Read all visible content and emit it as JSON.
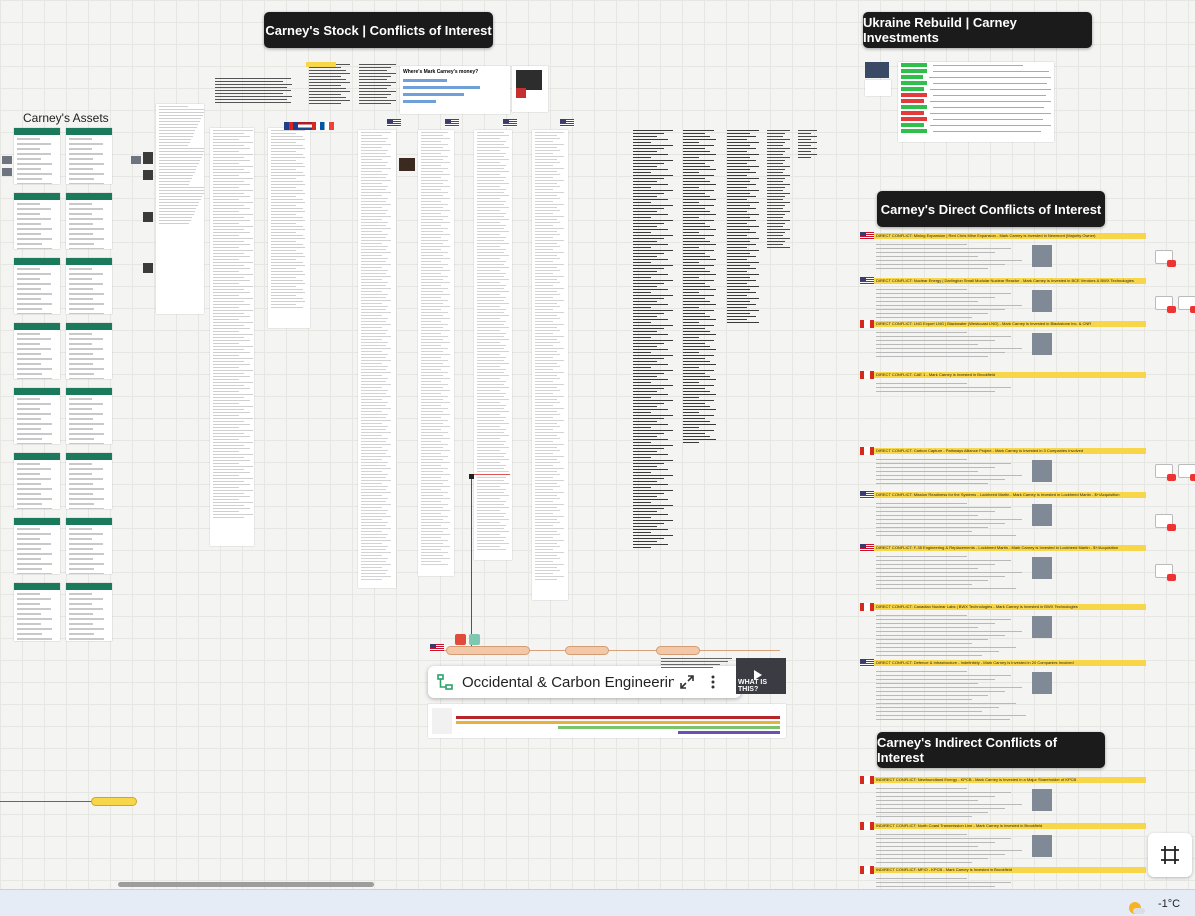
{
  "headers": {
    "stock": "Carney's Stock | Conflicts of Interest",
    "ukraine": "Ukraine Rebuild | Carney Investments",
    "direct": "Carney's Direct Conflicts of Interest",
    "indirect": "Carney's Indirect Conflicts of Interest"
  },
  "labels": {
    "assets": "Carney's Assets",
    "article_heading": "Where's Mark Carney's money?",
    "video_overlay": "WHAT IS THIS?"
  },
  "embed": {
    "title": "Occidental & Carbon Engineerin",
    "icon": "diagram-icon",
    "expand_icon": "expand-icon",
    "menu_icon": "kebab-menu-icon"
  },
  "direct_conflicts": [
    {
      "title": "DIRECT CONFLICT: Mining Expansion | Red Chris Mine Expansion - Mark Carney is Invested in Newmont (Majority Owner)"
    },
    {
      "title": "DIRECT CONFLICT: Nuclear Energy | Darlington Small Modular Nuclear Reactor - Mark Carney is Invested in BCE Vendors & BWX Technologies"
    },
    {
      "title": "DIRECT CONFLICT: LNG Export LNG | Blackwater (Westcoast LNG) - Mark Carney is Invested in Blackstone Inc. & CNR"
    },
    {
      "title": "DIRECT CONFLICT: CAE 1 - Mark Carney is Invested in Brookfield"
    },
    {
      "title": "DIRECT CONFLICT: Carbon Capture - Pathways Alliance Project - Mark Carney is Invested in 3 Companies Involved"
    },
    {
      "title": "DIRECT CONFLICT: Mission Readiness for the Systems - Lockheed Martin - Mark Carney is Invested in Lockheed Martin - $+/Acquisition"
    },
    {
      "title": "DIRECT CONFLICT: F-35 Engineering & Replacements - Lockheed Martin - Mark Carney is Invested in Lockheed Martin - $+/Acquisition"
    },
    {
      "title": "DIRECT CONFLICT: Canadian Nuclear Labs | BWX Technologies - Mark Carney is Invested in BWX Technologies"
    },
    {
      "title": "DIRECT CONFLICT: Defence & Infrastructure - Indefinitely - Mark Carney is Invested in 20 Companies Involved"
    }
  ],
  "indirect_conflicts": [
    {
      "title": "INDIRECT CONFLICT: Newfoundland Energy - KPCB - Mark Carney is Invested in a Major Shareholder of KPCB"
    },
    {
      "title": "INDIRECT CONFLICT: North Coast Transmission Line - Mark Carney is Invested in Brookfield"
    },
    {
      "title": "INDIRECT CONFLICT: MFIO - KPCB - Mark Carney is Invested in Brookfield"
    }
  ],
  "ukraine_badges": [
    "#2fbf4a",
    "#2fbf4a",
    "#2fbf4a",
    "#2fbf4a",
    "#2fbf4a",
    "#e33b3b",
    "#e33b3b",
    "#2fbf4a",
    "#e33b3b",
    "#e33b3b",
    "#2fbf4a",
    "#2fbf4a"
  ],
  "weather": {
    "temp": "-1°C",
    "icon": "partly-cloudy-icon"
  },
  "toolbar": {
    "frame_icon": "frame-icon"
  },
  "colors": {
    "header_bg": "#1b1b1b",
    "highlight": "#f7d64a",
    "asset_green": "#1b7a5c",
    "canvas": "#f4f4f2"
  }
}
